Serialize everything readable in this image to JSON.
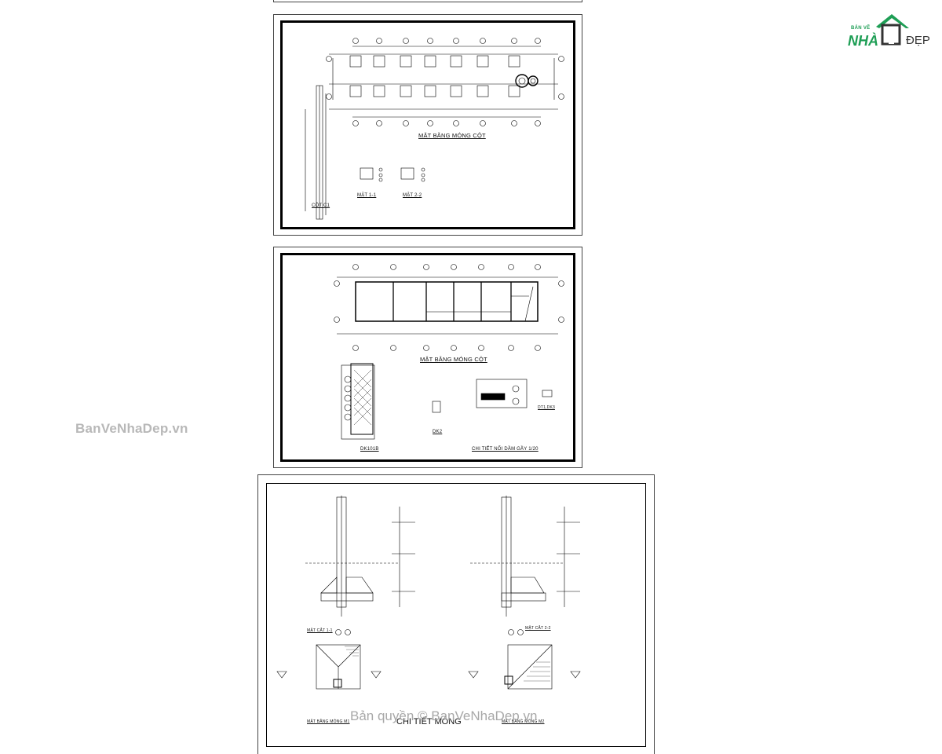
{
  "logo": {
    "small": "BẢN VẼ",
    "big": "NHÀ",
    "dep": "ĐẸP",
    "colors": {
      "green": "#1e9e55",
      "dark": "#333333"
    }
  },
  "watermarks": {
    "side": "BanVeNhaDep.vn",
    "bottom": "Bản quyền © BanVeNhaDep.vn"
  },
  "sheet1": {
    "plan_title": "MẶT BẰNG MÓNG CỘT",
    "column_label": "CỘT C1",
    "section_1": "MẶT 1-1",
    "section_2": "MẶT 2-2"
  },
  "sheet2": {
    "plan_title": "MẶT BẰNG MÓNG CỘT",
    "beam_1": "DK101B",
    "beam_2": "DK2",
    "detail": "CHI TIẾT NỐI DẦM GẦY 1/20",
    "beam_3": "DT1,DK3"
  },
  "sheet3": {
    "title": "CHI TIẾT MÓNG",
    "section_left": "MẶT CẮT 1-1",
    "section_right": "MẶT CẮT 2-2",
    "plan_left": "MẶT BẰNG MÓNG M1",
    "plan_right": "MẶT BẰNG MÓNG M2"
  }
}
